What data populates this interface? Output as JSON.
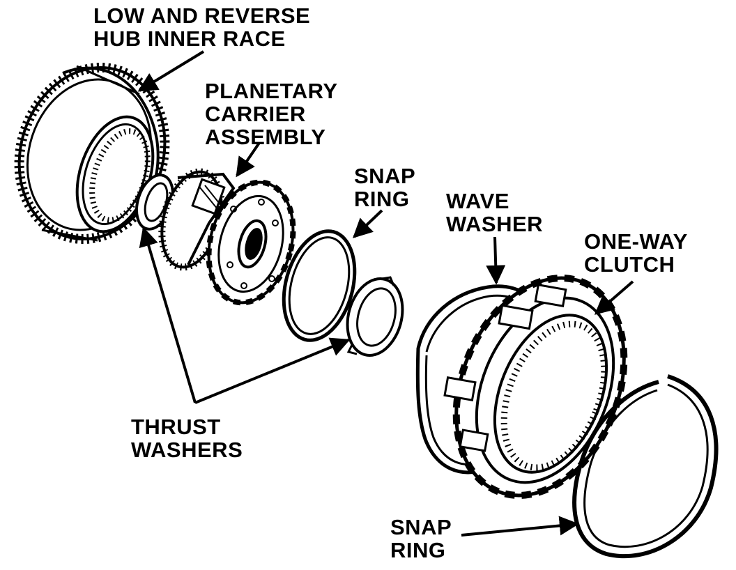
{
  "labels": {
    "low_reverse_hub": {
      "line1": "LOW AND REVERSE",
      "line2": "HUB INNER RACE"
    },
    "planetary_carrier": {
      "line1": "PLANETARY",
      "line2": "CARRIER",
      "line3": "ASSEMBLY"
    },
    "snap_ring_upper": {
      "line1": "SNAP",
      "line2": "RING"
    },
    "wave_washer": {
      "line1": "WAVE",
      "line2": "WASHER"
    },
    "one_way_clutch": {
      "line1": "ONE-WAY",
      "line2": "CLUTCH"
    },
    "thrust_washers": {
      "line1": "THRUST",
      "line2": "WASHERS"
    },
    "snap_ring_lower": {
      "line1": "SNAP",
      "line2": "RING"
    }
  },
  "colors": {
    "ink": "#000000",
    "paper": "#ffffff"
  }
}
